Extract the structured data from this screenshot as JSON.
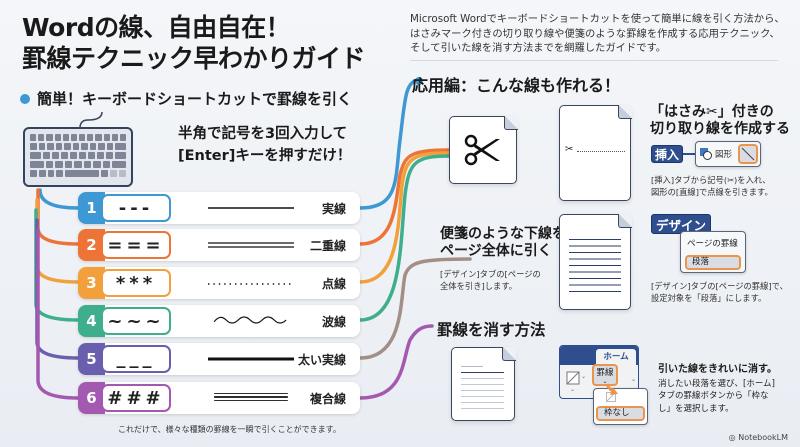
{
  "header": {
    "title_line1": "Wordの線、自由自在！",
    "title_line2": "罫線テクニック早わかりガイド",
    "intro": "Microsoft Wordでキーボードショートカットを使って簡単に線を引く方法から、はさみマーク付きの切り取り線や便箋のような罫線を作成する応用テクニック、そして引いた線を消す方法までを網羅したガイドです。"
  },
  "section_shortcut": {
    "heading": "簡単！キーボードショートカットで罫線を引く",
    "tip_line1": "半角で記号を3回入力して",
    "tip_line2": "[Enter]キーを押すだけ！",
    "rows": [
      {
        "num": "1",
        "keys": "---",
        "label": "実線",
        "color": "#3d98d3",
        "style": "solid"
      },
      {
        "num": "2",
        "keys": "===",
        "label": "二重線",
        "color": "#ee7336",
        "style": "double"
      },
      {
        "num": "3",
        "keys": "***",
        "label": "点線",
        "color": "#f2a03b",
        "style": "dotted"
      },
      {
        "num": "4",
        "keys": "~~~",
        "label": "波線",
        "color": "#3fae8c",
        "style": "wave"
      },
      {
        "num": "5",
        "keys": "___",
        "label": "太い実線",
        "color": "#6a5fae",
        "style": "thick"
      },
      {
        "num": "6",
        "keys": "###",
        "label": "複合線",
        "color": "#a359b0",
        "style": "triple"
      }
    ],
    "footnote": "これだけで、様々な種類の罫線を一瞬で引くことができます。"
  },
  "section_advanced": {
    "heading": "応用編：こんな線も作れる！",
    "scissors": {
      "title_line1": "「はさみ✂」付きの",
      "title_line2": "切り取り線を作成する",
      "insert_tab": "挿入",
      "shapes_label": "図形",
      "desc_line1": "[挿入]タブから記号(✂)を入れ、",
      "desc_line2": "図形の[直線]で点線を引きます。"
    },
    "stationery": {
      "title_line1": "便箋のような下線を",
      "title_line2": "ページ全体に引く",
      "desc_line1": "[デザイン]タブの[ページの",
      "desc_line2": "全体を引き]します。",
      "design_tab": "デザイン",
      "menu_item": "ページの罫線",
      "option": "段落",
      "note_line1": "[デザイン]タブの[ページの罫線]で、",
      "note_line2": "設定対象を「段落」にします。"
    }
  },
  "section_remove": {
    "heading": "罫線を消す方法",
    "home_tab": "ホーム",
    "borders_button": "罫線",
    "no_border": "枠なし",
    "lead": "引いた線をきれいに消す。",
    "desc_line1": "消したい段落を選び、[ホーム]",
    "desc_line2": "タブの罫線ボタンから「枠な",
    "desc_line3": "し」を選択します。"
  },
  "branding": {
    "label": "NotebookLM"
  }
}
